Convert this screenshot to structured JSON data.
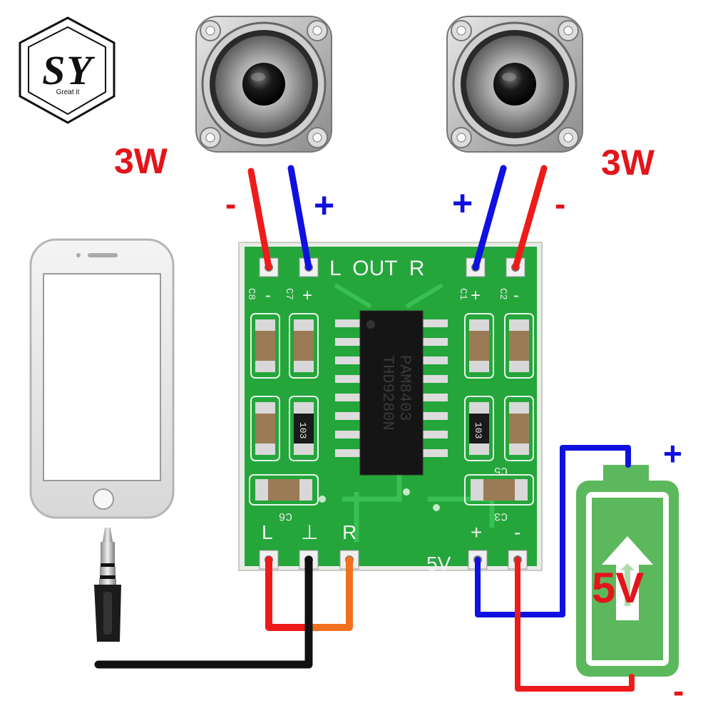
{
  "logo": {
    "letters": "SY",
    "tagline": "Great it"
  },
  "speakers": {
    "left": {
      "power": "3W",
      "minus": "-",
      "plus": "+"
    },
    "right": {
      "power": "3W",
      "minus": "-",
      "plus": "+"
    }
  },
  "board": {
    "out_label": "L  OUT  R",
    "top_pad_marks": [
      "-",
      "+",
      "+",
      "-"
    ],
    "cap_labels": {
      "c8": "C8",
      "c7": "C7",
      "c1": "C1",
      "c2": "C2",
      "c6": "C6",
      "c3": "C3",
      "c5": "C5"
    },
    "resistor_code": "103",
    "chip_line1": "PAM8403",
    "chip_line2": "THD9280N",
    "input_labels": {
      "l": "L",
      "gnd": "⊥",
      "r": "R"
    },
    "power_plus": "+",
    "power_minus": "-",
    "power_label": "5V"
  },
  "battery": {
    "voltage": "5V",
    "plus": "+",
    "minus": "-"
  },
  "colors": {
    "wire_red": "#ee1b1b",
    "wire_blue": "#1010e0",
    "wire_black": "#111111",
    "wire_orange": "#f07020",
    "pcb_green": "#25a33c",
    "battery_green": "#5cb85c"
  }
}
